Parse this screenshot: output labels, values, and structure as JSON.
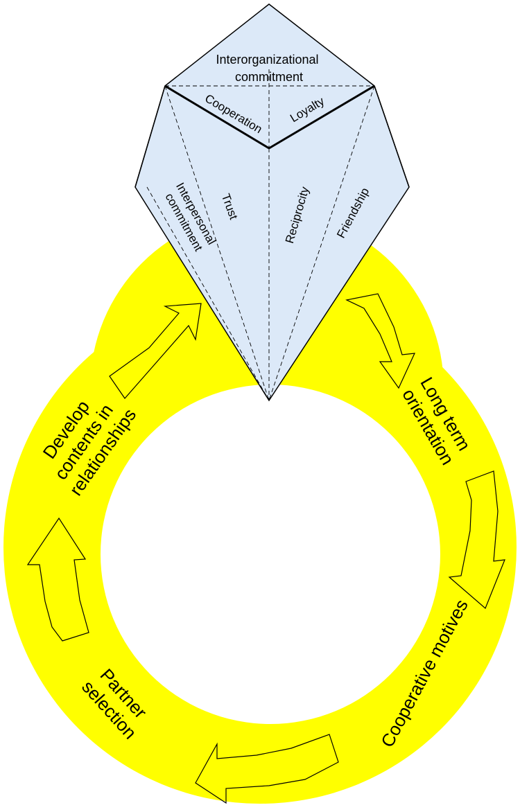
{
  "diagram": {
    "gem": {
      "top_facet_label": [
        "Interorganizational",
        "commitment"
      ],
      "edge_labels": {
        "left": "Cooperation",
        "right": "Loyalty"
      },
      "facet_labels": {
        "interpersonal": [
          "Interpersonal",
          "commitment"
        ],
        "trust": "Trust",
        "reciprocity": "Reciprocity",
        "friendship": "Friendship"
      },
      "fill_color": "#dce9f8"
    },
    "ring": {
      "fill_color": "#ffff00",
      "stage_labels": {
        "develop": [
          "Develop",
          "contents in",
          "relationships"
        ],
        "long_term": [
          "Long term",
          "orientation"
        ],
        "cooperative": "Cooperative motives",
        "partner": [
          "Partner",
          "selection"
        ]
      }
    }
  }
}
